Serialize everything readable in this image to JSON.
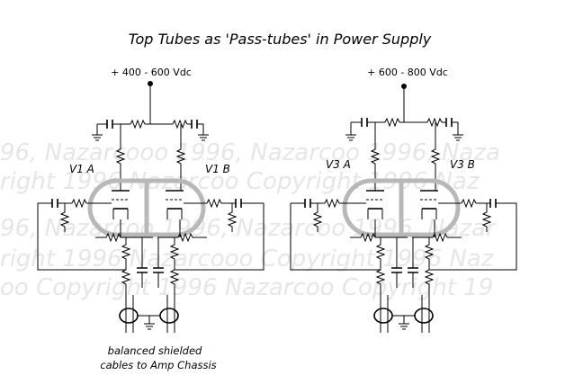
{
  "title": "Top Tubes as 'Pass-tubes' in Power Supply",
  "supply_left": "+ 400 - 600 Vdc",
  "supply_right": "+ 600 - 800 Vdc",
  "tubes": {
    "left_a": "V1 A",
    "left_b": "V1 B",
    "right_a": "V3 A",
    "right_b": "V3 B"
  },
  "note": {
    "line1": "balanced shielded",
    "line2": "cables to Amp Chassis"
  },
  "watermark": {
    "line1": "96, Nazarcooo 1996, Nazarcoo 1996, Naza",
    "line2": "right 1996 Nazarcoo Copyright 1996 Naz",
    "line3": "96, Nazarcoo 1996, Nazarcoo 1996, Nazar",
    "line4": "right 1996 Nazarcooo Copyright 1996 Naz",
    "line5": "oo Copyright 1996 Nazarcoo Copyright 19"
  },
  "wire_color": "#000000",
  "glass_color": "#b8b8b8"
}
